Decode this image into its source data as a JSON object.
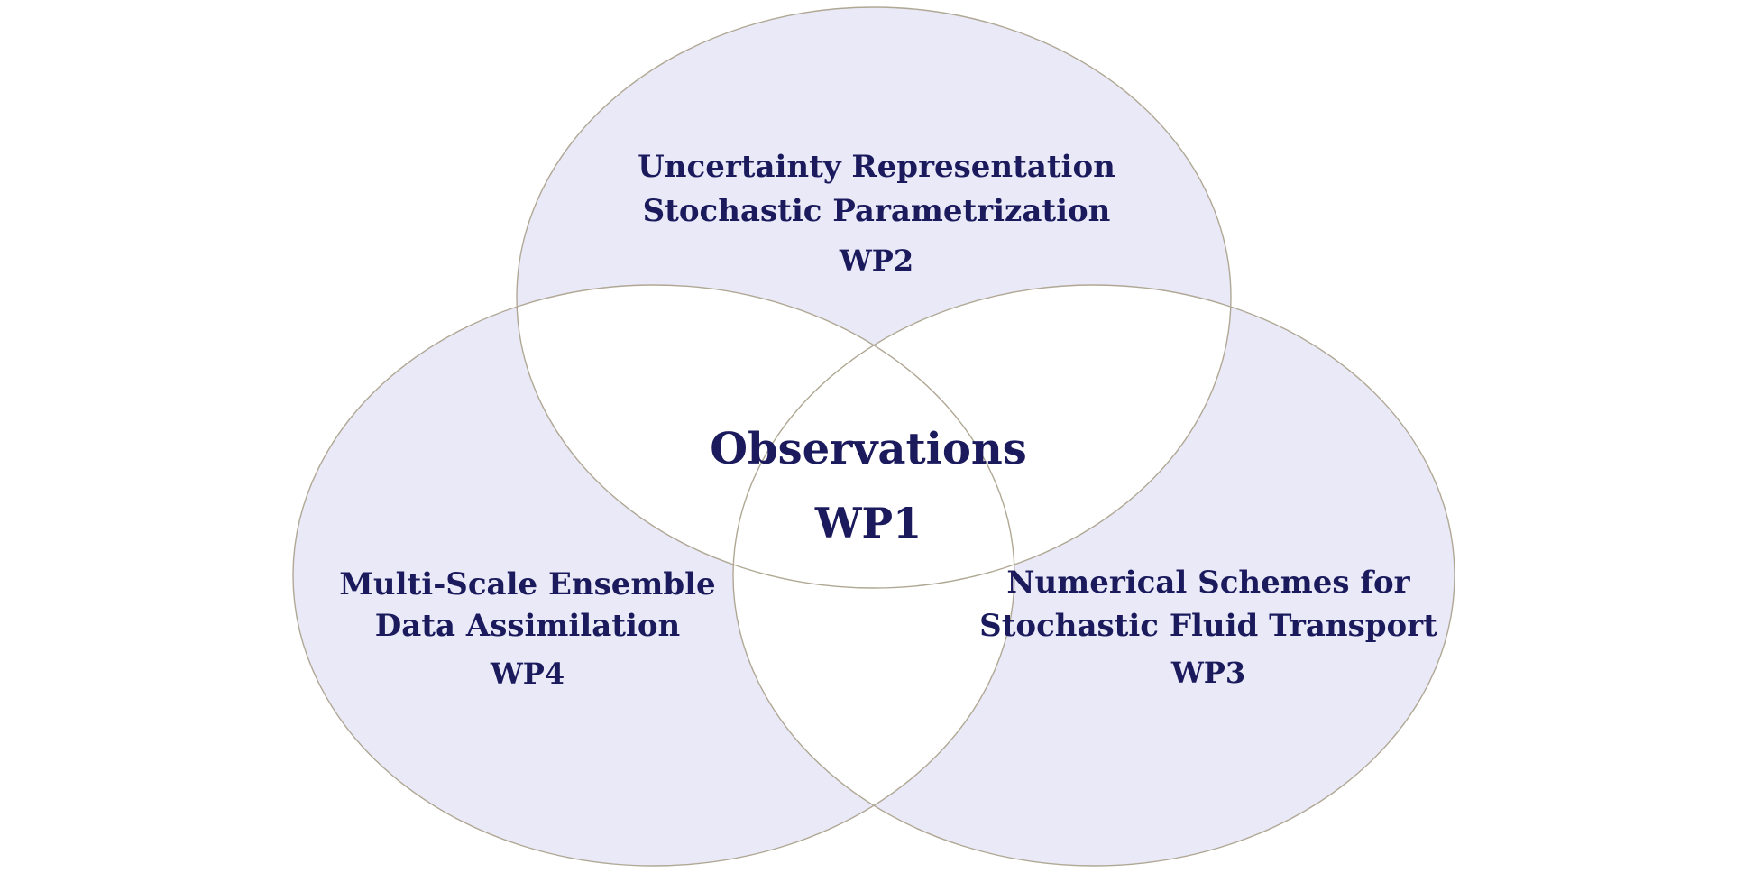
{
  "diagram": {
    "type": "venn-3-set",
    "background_color": "#ffffff",
    "set_fill_color": "#e9e9f8",
    "overlap_fill_color": "#ffffff",
    "outline_color": "#b0a894",
    "label_color": "#1a1a5c",
    "center": {
      "title": "Observations",
      "wp": "WP1"
    },
    "top": {
      "line1": "Uncertainty Representation",
      "line2": "Stochastic Parametrization",
      "wp": "WP2"
    },
    "bottom_left": {
      "line1": "Multi-Scale Ensemble",
      "line2": "Data Assimilation",
      "wp": "WP4"
    },
    "bottom_right": {
      "line1": "Numerical Schemes for",
      "line2": "Stochastic Fluid Transport",
      "wp": "WP3"
    }
  }
}
